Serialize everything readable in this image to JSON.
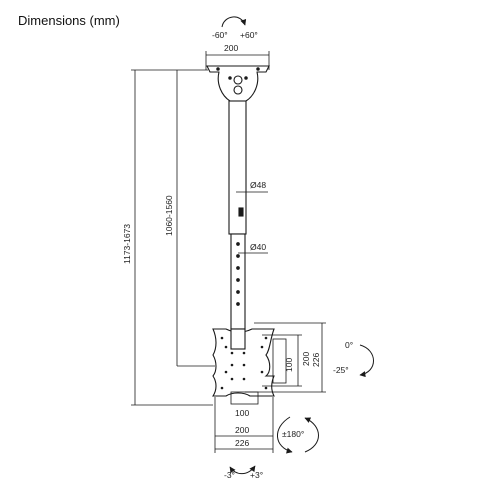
{
  "title": "Dimensions (mm)",
  "colors": {
    "line": "#1a1a1a",
    "fill": "#ffffff",
    "hole": "#1a1a1a"
  },
  "labels": {
    "rot_top_left": "-60°",
    "rot_top_right": "+60°",
    "top_width": "200",
    "total_height": "1173-1673",
    "pole_height": "1060-1560",
    "upper_tube_dia": "Ø48",
    "lower_tube_dia": "Ø40",
    "vesa_inner_v": "100",
    "vesa_mid_v": "200",
    "vesa_outer_v": "226",
    "vesa_inner_h": "100",
    "vesa_mid_h": "200",
    "vesa_outer_h": "226",
    "tilt_up": "0°",
    "tilt_down": "-25°",
    "swivel": "±180°",
    "level_left": "-3°",
    "level_right": "+3°"
  }
}
